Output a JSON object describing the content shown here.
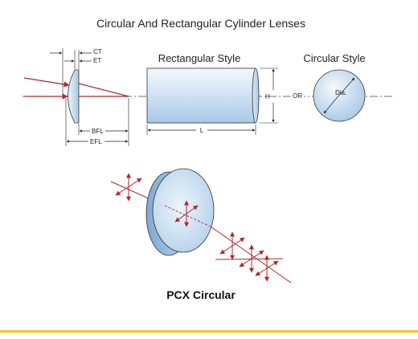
{
  "title": "Circular And Rectangular Cylinder Lenses",
  "rectangular": {
    "heading": "Rectangular Style",
    "height_label": "H",
    "length_label": "L"
  },
  "or_label": "OR",
  "circular": {
    "heading": "Circular Style",
    "diameter_label": "Dia."
  },
  "profile": {
    "ct_label": "CT",
    "et_label": "ET",
    "bfl_label": "BFL",
    "efl_label": "EFL"
  },
  "caption": "PCX Circular",
  "colors": {
    "ray": "#b3262d",
    "lens_light": "#e3eef8",
    "lens_dark": "#9fc1e2",
    "outline": "#333333",
    "bottom_rule": "#f2c81b"
  }
}
